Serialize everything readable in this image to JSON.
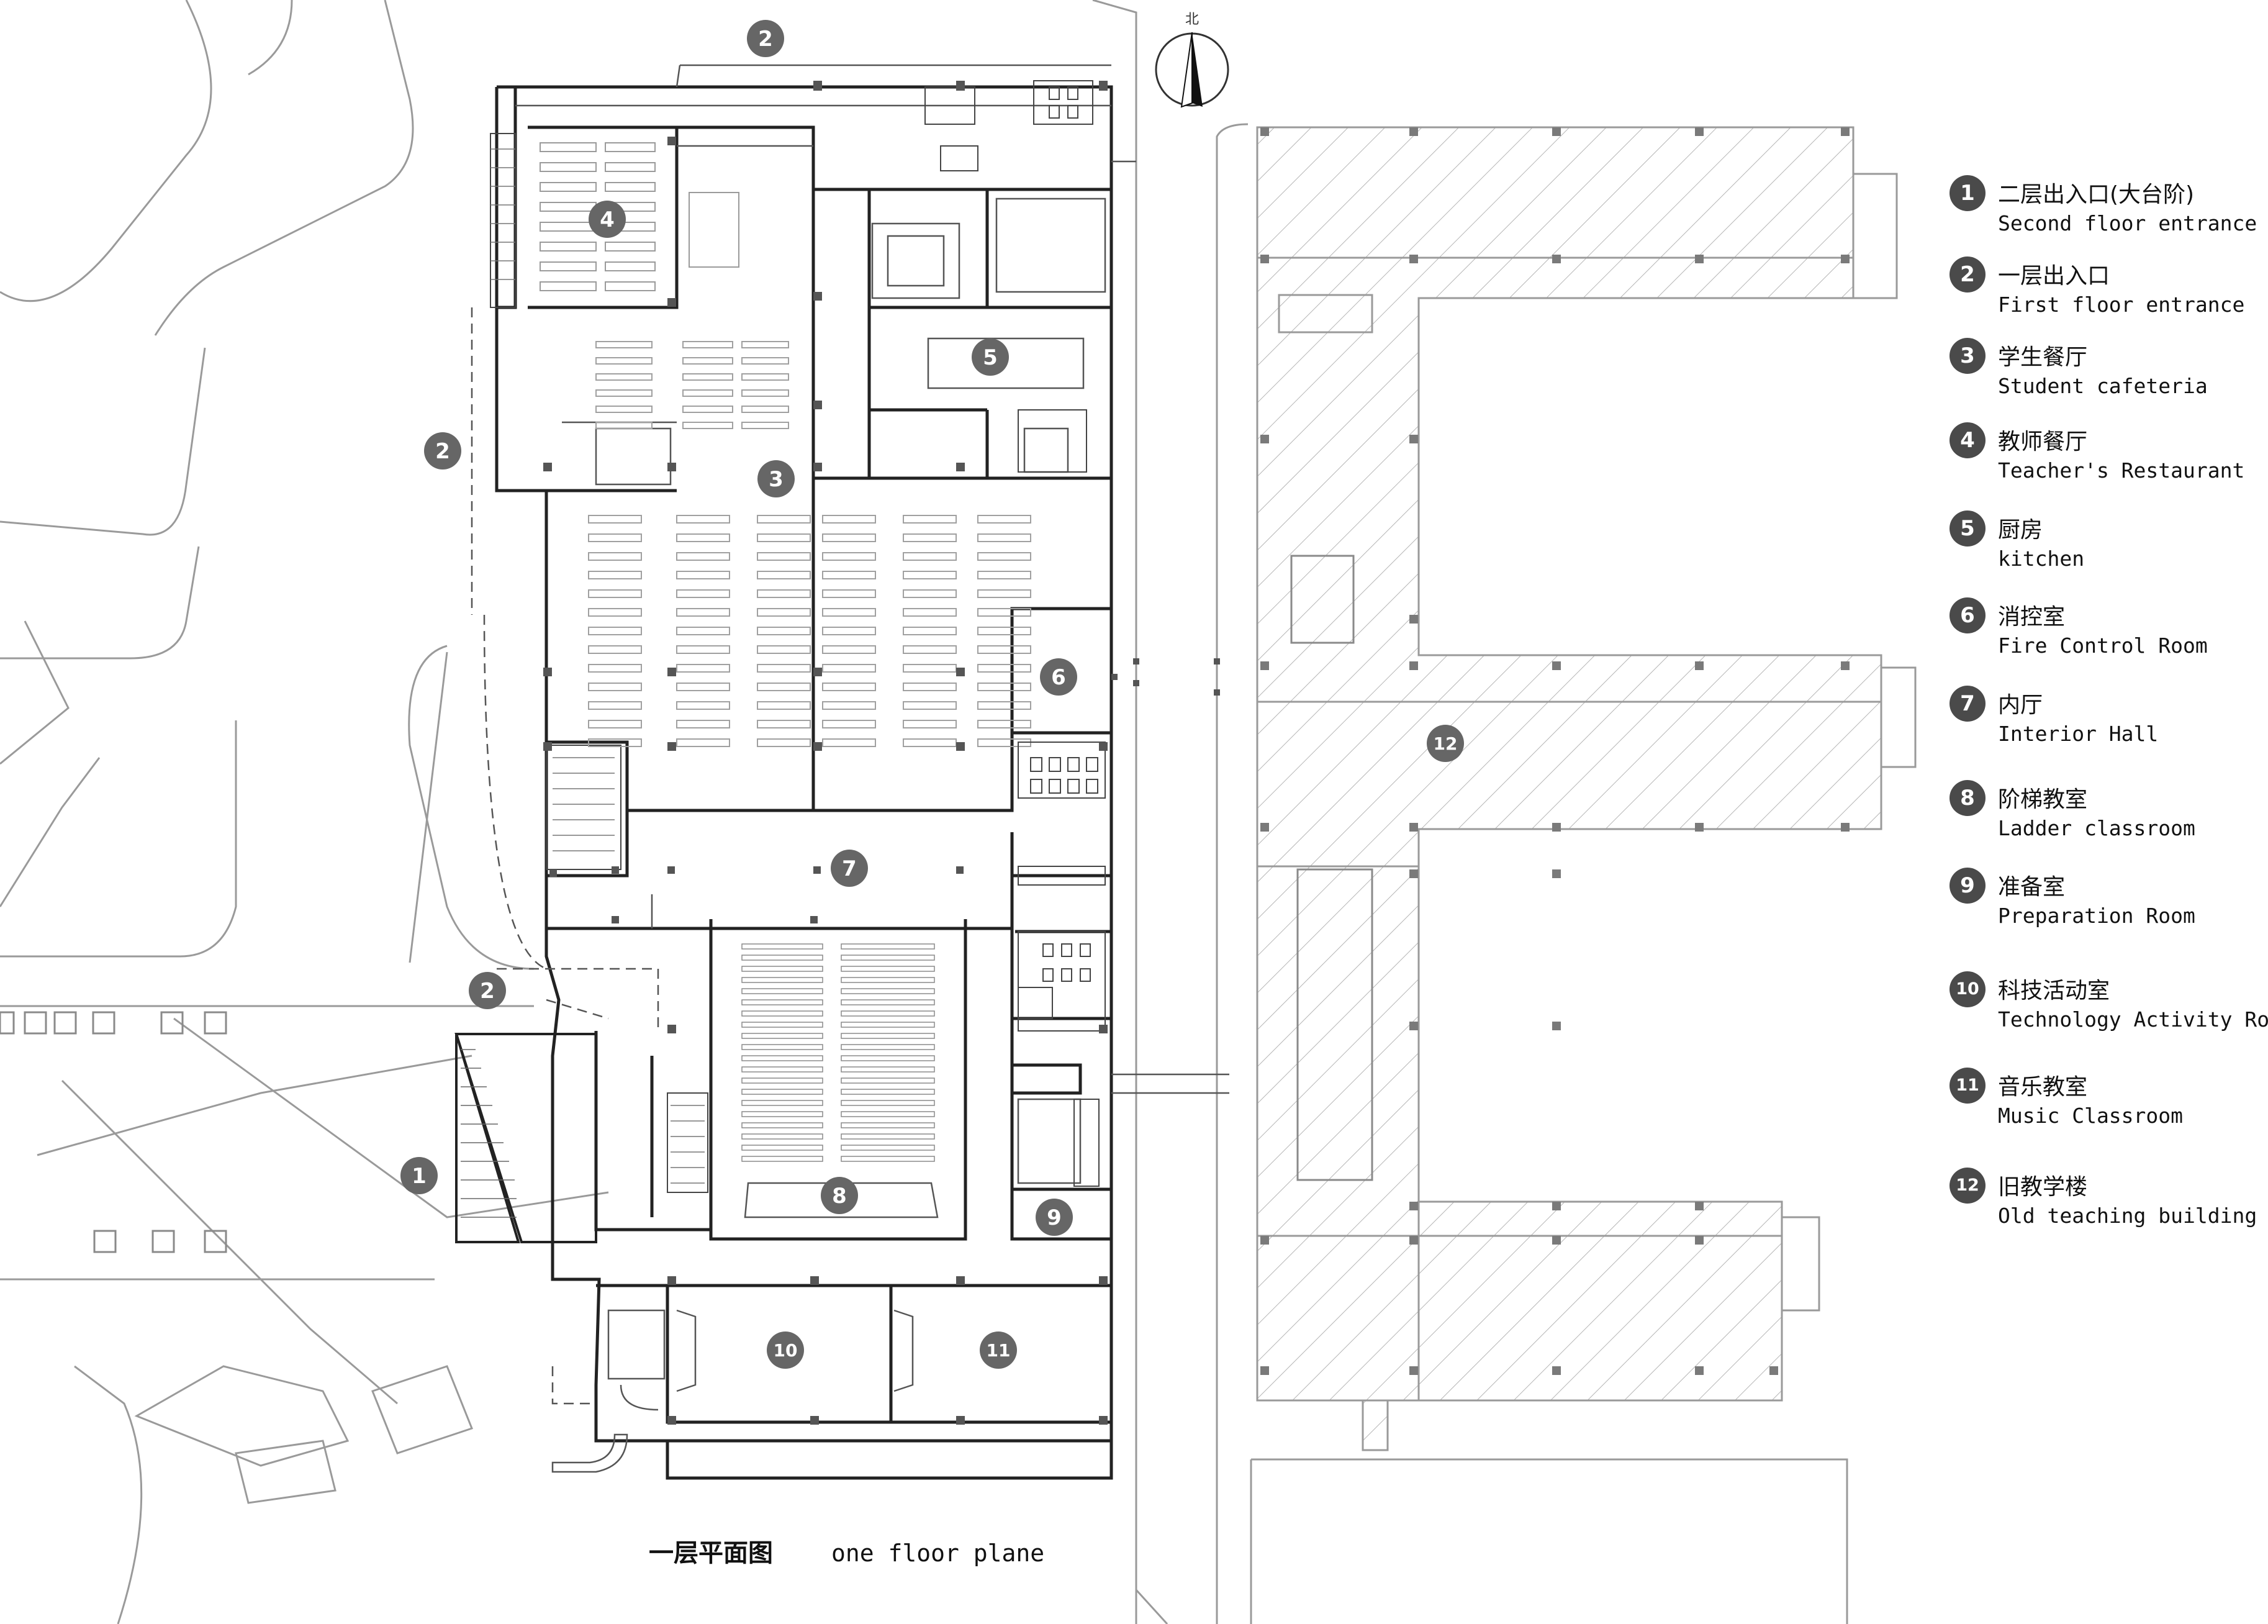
{
  "north_label": "北",
  "markers": [
    {
      "n": "1"
    },
    {
      "n": "2"
    },
    {
      "n": "2"
    },
    {
      "n": "2"
    },
    {
      "n": "3"
    },
    {
      "n": "4"
    },
    {
      "n": "5"
    },
    {
      "n": "6"
    },
    {
      "n": "7"
    },
    {
      "n": "8"
    },
    {
      "n": "9"
    },
    {
      "n": "10"
    },
    {
      "n": "11"
    },
    {
      "n": "12"
    }
  ],
  "legend": [
    {
      "num": "1",
      "cn": "二层出入口(大台阶)",
      "en": "Second floor entrance"
    },
    {
      "num": "2",
      "cn": "一层出入口",
      "en": "First floor entrance"
    },
    {
      "num": "3",
      "cn": "学生餐厅",
      "en": "Student cafeteria"
    },
    {
      "num": "4",
      "cn": "教师餐厅",
      "en": "Teacher's Restaurant"
    },
    {
      "num": "5",
      "cn": "厨房",
      "en": "kitchen"
    },
    {
      "num": "6",
      "cn": "消控室",
      "en": "Fire Control Room"
    },
    {
      "num": "7",
      "cn": "内厅",
      "en": "Interior Hall"
    },
    {
      "num": "8",
      "cn": "阶梯教室",
      "en": "Ladder classroom"
    },
    {
      "num": "9",
      "cn": "准备室",
      "en": "Preparation Room"
    },
    {
      "num": "10",
      "cn": "科技活动室",
      "en": "Technology Activity Room"
    },
    {
      "num": "11",
      "cn": "音乐教室",
      "en": "Music Classroom"
    },
    {
      "num": "12",
      "cn": "旧教学楼",
      "en": "Old teaching building"
    }
  ],
  "caption": {
    "cn": "一层平面图",
    "en": "one floor plane"
  }
}
